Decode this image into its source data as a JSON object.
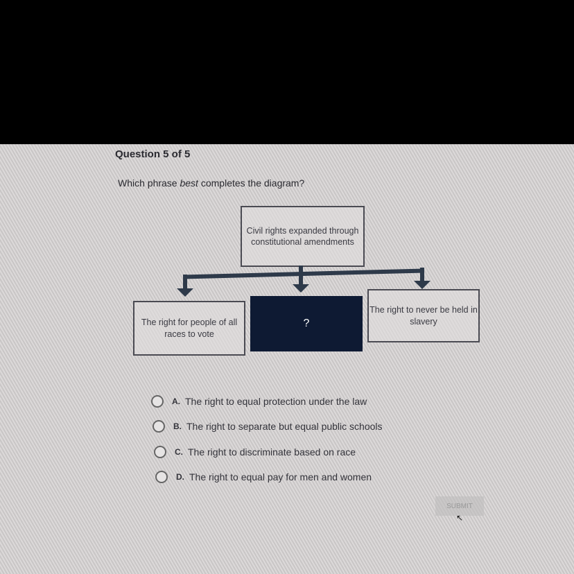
{
  "question": {
    "counter": "Question 5 of 5",
    "prompt_pre": "Which phrase ",
    "prompt_em": "best",
    "prompt_post": " completes the diagram?"
  },
  "diagram": {
    "top": "Civil rights expanded through constitutional amendments",
    "left": "The right for people of all races to vote",
    "middle": "?",
    "right": "The right to never be held in slavery"
  },
  "options": [
    {
      "letter": "A.",
      "text": "The right to equal protection under the law"
    },
    {
      "letter": "B.",
      "text": "The right to separate but equal public schools"
    },
    {
      "letter": "C.",
      "text": "The right to discriminate based on race"
    },
    {
      "letter": "D.",
      "text": "The right to equal pay for men and women"
    }
  ],
  "submit": "SUBMIT"
}
